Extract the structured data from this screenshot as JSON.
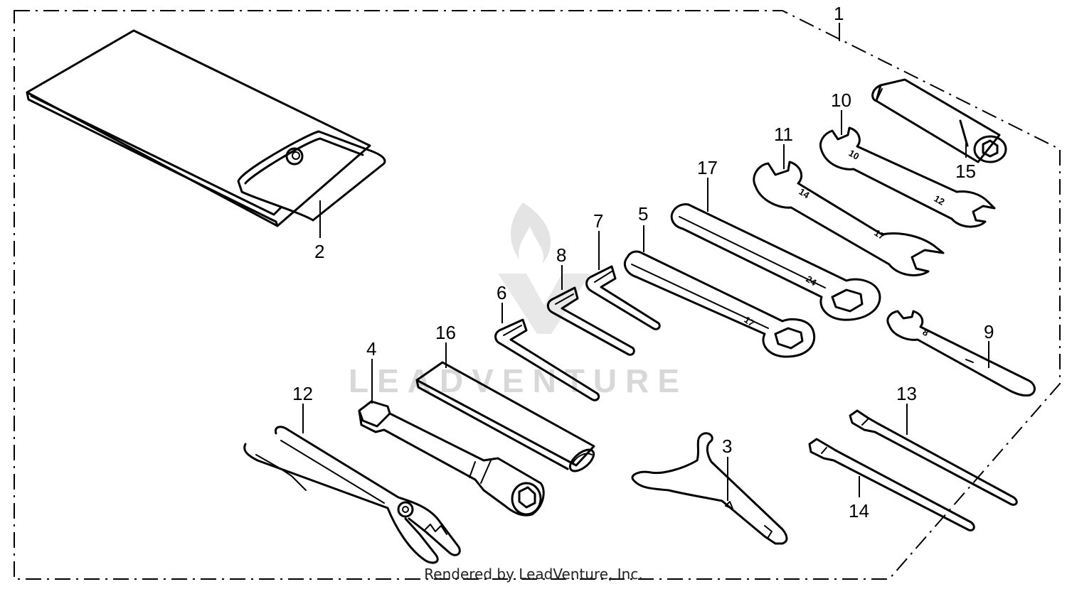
{
  "diagram": {
    "callouts": [
      "1",
      "2",
      "3",
      "4",
      "5",
      "6",
      "7",
      "8",
      "9",
      "10",
      "11",
      "12",
      "13",
      "14",
      "15",
      "16",
      "17"
    ],
    "wrench_sizes": {
      "w10_a": "10",
      "w10_b": "12",
      "w11_a": "14",
      "w11_b": "17",
      "w17_a": "24",
      "w5_a": "17",
      "w9_a": "8"
    },
    "watermark": "LEADVENTURE",
    "footer": "Rendered by LeadVenture, Inc."
  }
}
